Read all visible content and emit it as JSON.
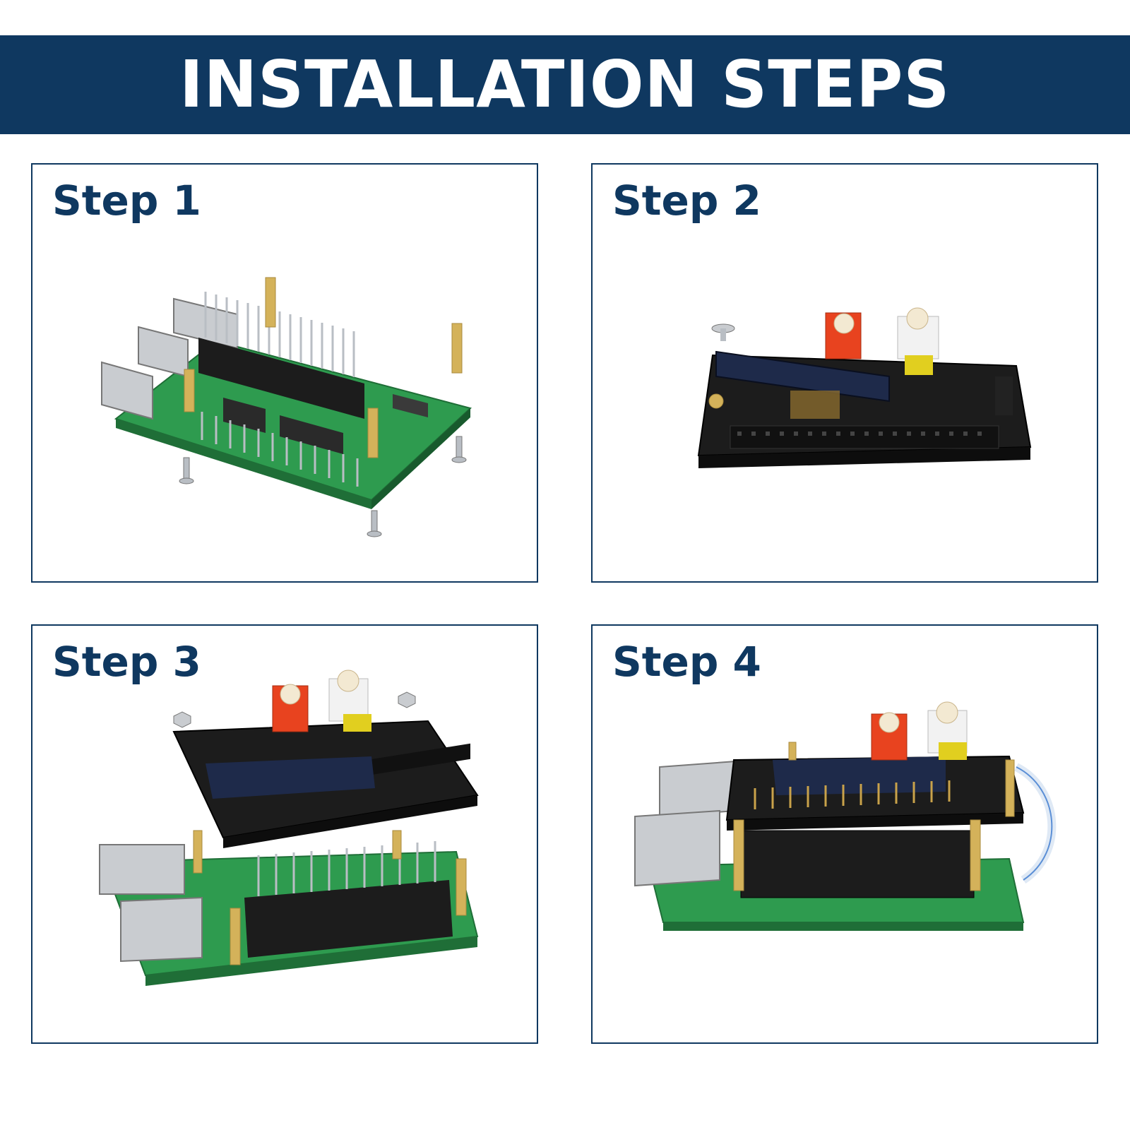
{
  "header": {
    "title": "INSTALLATION STEPS"
  },
  "steps": [
    {
      "label": "Step 1"
    },
    {
      "label": "Step 2"
    },
    {
      "label": "Step 3"
    },
    {
      "label": "Step 4"
    }
  ],
  "colors": {
    "navy": "#0f3860",
    "pcb_green": "#2e9b4f",
    "hat_black": "#1c1c1c",
    "connector_red": "#e8431f",
    "connector_white": "#f2f2f2",
    "brass": "#d4b25a"
  },
  "icons": [
    "raspberry-pi-board-illustration",
    "nvdac-hat-illustration",
    "stack-exploded-illustration",
    "assembled-stack-illustration"
  ]
}
